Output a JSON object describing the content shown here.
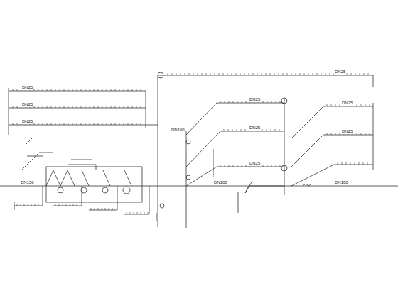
{
  "diagram": {
    "labels": [
      "DN25",
      "DN25",
      "DN25",
      "DN25",
      "DN25",
      "DN25",
      "DN25",
      "DN25",
      "DN25",
      "DN150",
      "DN100",
      "DN100",
      "DN100"
    ]
  }
}
